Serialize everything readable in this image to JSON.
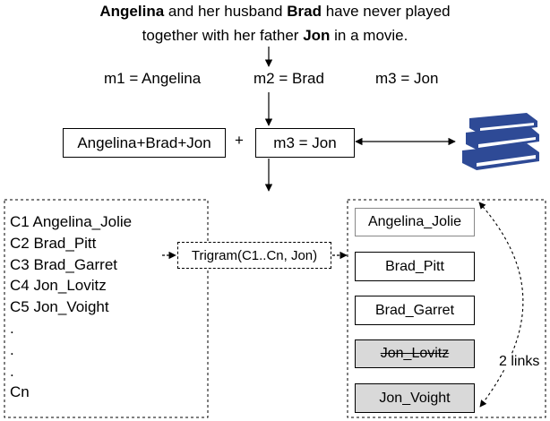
{
  "sentence": {
    "line1": [
      "Angelina",
      " and her husband ",
      "Brad",
      " have never played"
    ],
    "line2": [
      "together with her father ",
      "Jon",
      " in a movie."
    ]
  },
  "mentions": {
    "m1": "m1 = Angelina",
    "m2": "m2 = Brad",
    "m3": "m3 = Jon"
  },
  "context_box": "Angelina+Brad+Jon",
  "plus": "+",
  "query_box": "m3 = Jon",
  "candidates": {
    "items": [
      "C1 Angelina_Jolie",
      "C2 Brad_Pitt",
      "C3 Brad_Garret",
      "C4 Jon_Lovitz",
      "C5 Jon_Voight"
    ],
    "dots": [
      ".",
      ".",
      "."
    ],
    "last": "Cn"
  },
  "trigram": "Trigram(C1..Cn, Jon)",
  "results": [
    "Angelina_Jolie",
    "Brad_Pitt",
    "Brad_Garret",
    "Jon_Lovitz",
    "Jon_Voight"
  ],
  "links_label": "2 links",
  "icon": "books-icon",
  "colors": {
    "books": "#2e4a96",
    "gray_box": "#d9d9d9"
  }
}
